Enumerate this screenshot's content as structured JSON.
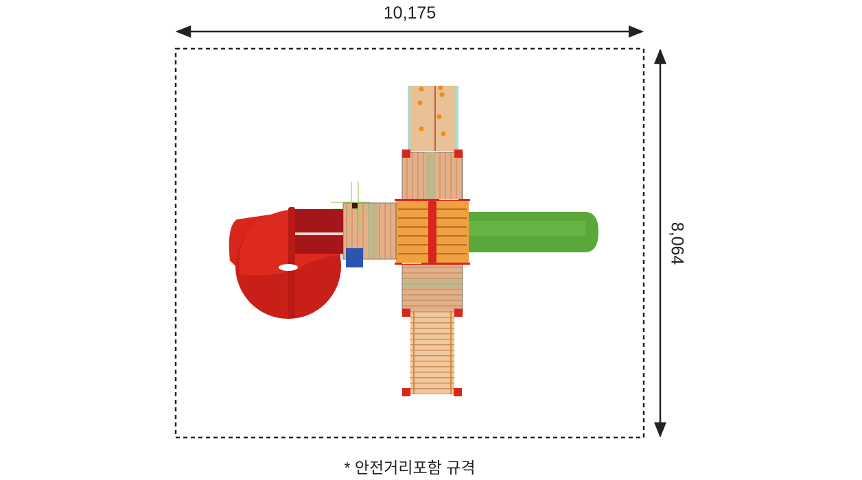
{
  "dimensions": {
    "width_label": "10,175",
    "height_label": "8,064"
  },
  "caption": "* 안전거리포함 규격",
  "colors": {
    "slide_red": "#d9261c",
    "slide_green": "#5aa83a",
    "wood": "#e7b98a",
    "deck_orange": "#f0a040",
    "panel_blue": "#2a56b0",
    "line": "#222222"
  }
}
